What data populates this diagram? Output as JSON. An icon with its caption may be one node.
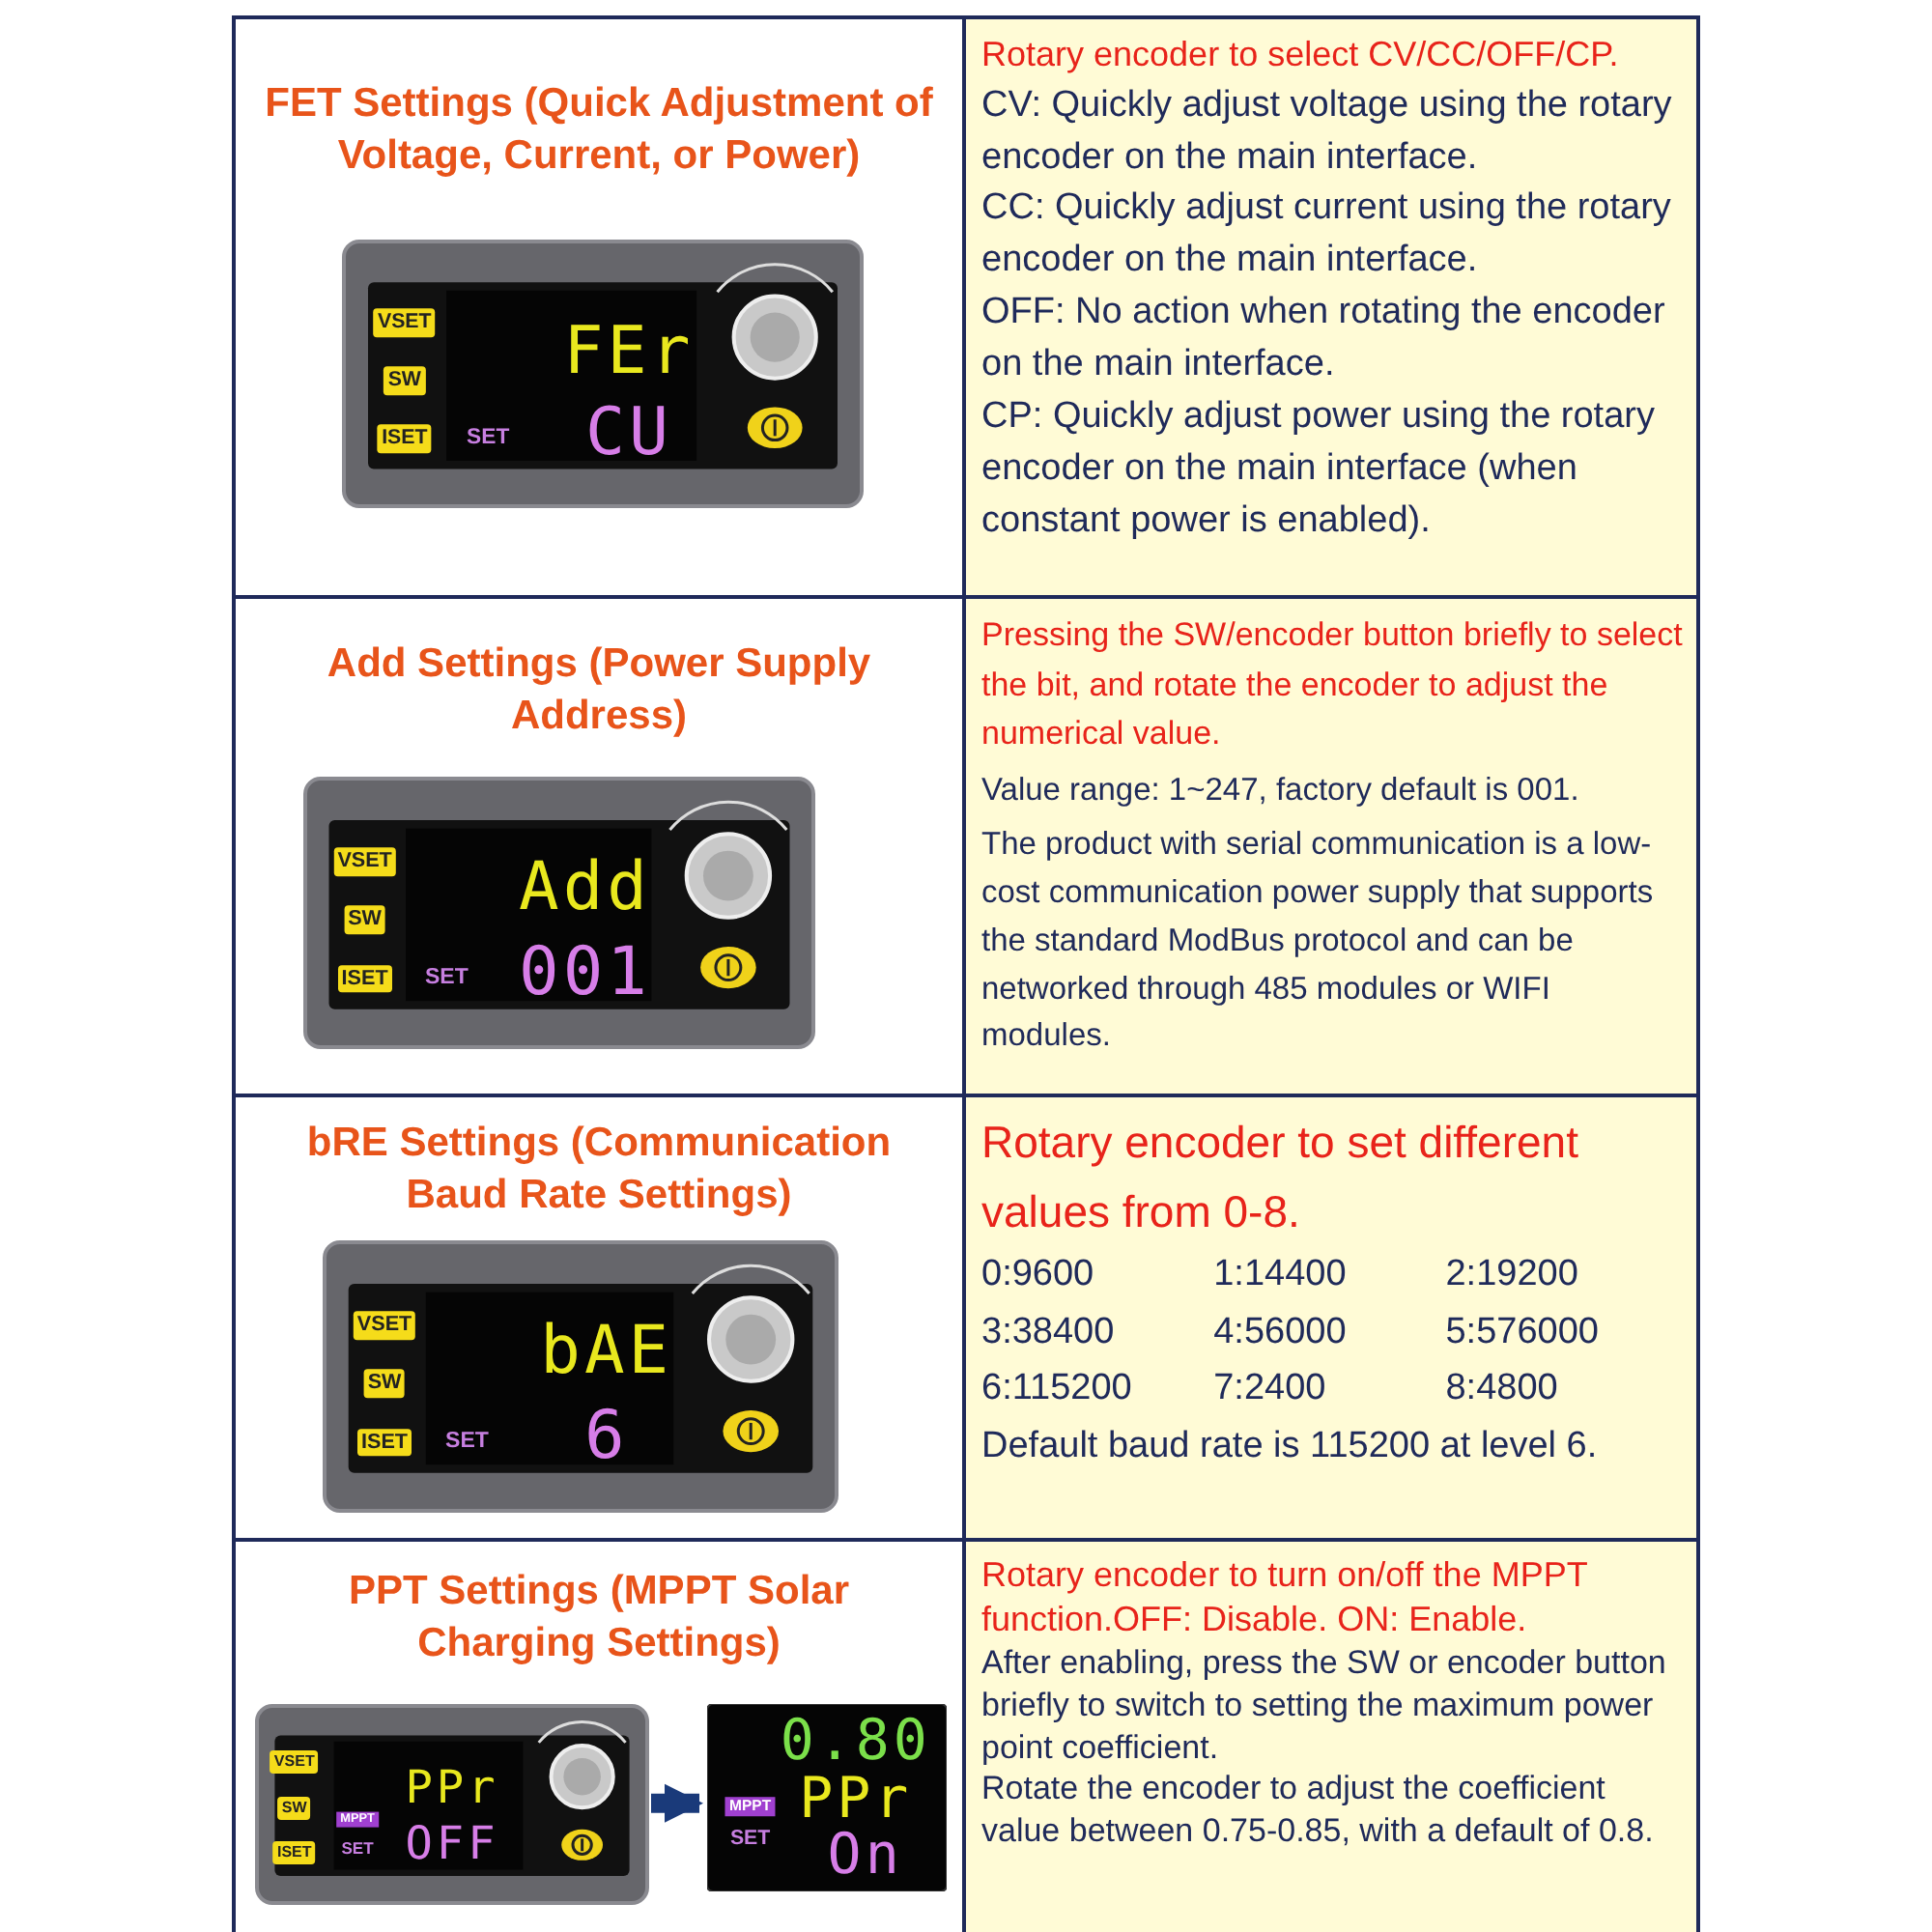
{
  "diagram": {
    "nodes": [
      {
        "text": [
          "FET Settings (Quick Adjustment of Voltage, Current, or Power)"
        ]
      },
      {
        "text": [
          "VSET",
          "SW",
          "ISET",
          "SET",
          "FEr",
          "CU"
        ],
        "in": 0
      },
      {
        "text": [
          "Rotary encoder to select CV/CC/OFF/CP.",
          "CV: Quickly adjust voltage using the rotary encoder on the main interface.",
          "CC: Quickly adjust current using the rotary encoder on the main interface.",
          "OFF: No action when rotating the encoder on the main interface.",
          "CP: Quickly adjust power using the rotary encoder on the main interface (when constant power is enabled)."
        ]
      },
      {
        "text": [
          "Add Settings (Power Supply Address)"
        ]
      },
      {
        "text": [
          "VSET",
          "SW",
          "ISET",
          "SET",
          "Add",
          "001"
        ],
        "in": 3
      },
      {
        "text": [
          "Pressing the SW/encoder button briefly to select the bit, and rotate the encoder to adjust the numerical value.",
          "Value range: 1~247, factory default is 001.",
          "The product with serial communication is a low-cost communication power supply that supports the standard ModBus protocol and can be networked through 485 modules or WIFI modules."
        ]
      },
      {
        "text": [
          "bRE Settings (Communication Baud Rate Settings)"
        ]
      },
      {
        "text": [
          "VSET",
          "SW",
          "ISET",
          "SET",
          "bAE",
          "6"
        ],
        "in": 6
      },
      {
        "text": [
          "Rotary encoder to set different values from 0-8.",
          "0:9600",
          "1:14400",
          "2:19200",
          "3:38400",
          "4:56000",
          "5:576000",
          "6:115200",
          "7:2400",
          "8:4800",
          "Default baud rate is 115200 at level 6."
        ]
      },
      {
        "text": [
          "PPT Settings (MPPT Solar Charging Settings)"
        ]
      },
      {
        "text": [
          "VSET",
          "SW",
          "ISET",
          "MPPT",
          "SET",
          "PPr",
          "OFF"
        ],
        "in": 9
      },
      {
        "text": [
          "0.80",
          "PPr",
          "MPPT",
          "SET",
          "On"
        ],
        "in": 9
      },
      {
        "text": [
          "Rotary encoder to turn on/off the MPPT function.OFF: Disable. ON: Enable.",
          "After enabling, press the SW or encoder button briefly to switch to setting the maximum power point coefficient.",
          "Rotate the encoder to adjust the coefficient value between 0.75-0.85, with a default of 0.8."
        ]
      }
    ],
    "edges": [
      {
        "from": 10,
        "to": 11,
        "arrow": "to"
      }
    ]
  }
}
